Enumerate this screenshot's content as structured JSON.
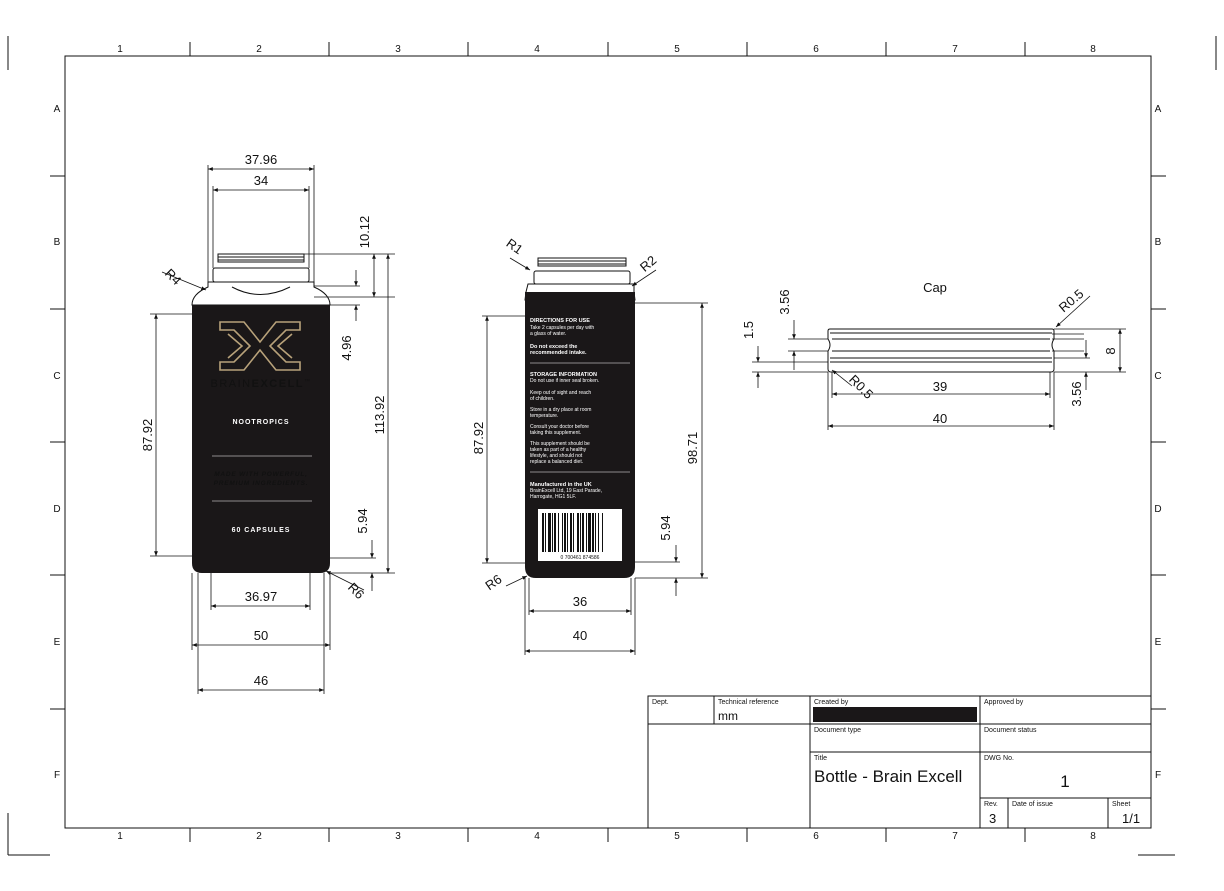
{
  "grid": {
    "columns": [
      "1",
      "2",
      "3",
      "4",
      "5",
      "6",
      "7",
      "8"
    ],
    "rows": [
      "A",
      "B",
      "C",
      "D",
      "E",
      "F"
    ]
  },
  "front_view": {
    "dims": {
      "outer_top": "37.96",
      "inner_top": "34",
      "neck_height": "10.12",
      "shoulder_radius": "R4",
      "shoulder_height": "4.96",
      "label_height": "87.92",
      "total_height": "113.92",
      "base_height": "5.94",
      "base_radius": "R6",
      "base_inner_width": "36.97",
      "body_width": "50",
      "base_width": "46"
    },
    "label": {
      "brand_left": "BRAIN",
      "brand_right": "EXCELL",
      "tm": "™",
      "product": "NOOTROPICS",
      "tagline_1": "MADE WITH POWERFUL,",
      "tagline_2": "PREMIUM INGREDIENTS.",
      "count": "60 CAPSULES"
    }
  },
  "side_view": {
    "dims": {
      "radius_left_top": "R1",
      "radius_right_top": "R2",
      "label_height": "87.92",
      "body_height": "98.71",
      "base_height": "5.94",
      "base_radius": "R6",
      "base_inner_width": "36",
      "base_width": "40"
    },
    "label": {
      "directions_title": "DIRECTIONS FOR USE",
      "directions_1": "Take 2 capsules per day with",
      "directions_2": "a glass of water.",
      "warning_1": "Do not exceed the",
      "warning_2": "recommended intake.",
      "storage_title": "STORAGE INFORMATION",
      "storage_1": "Do not use if inner seal broken.",
      "storage_2": "Keep out of sight and reach",
      "storage_3": "of children.",
      "storage_4": "Store in a dry place at room",
      "storage_5": "temperature.",
      "storage_6": "Consult your doctor before",
      "storage_7": "taking this supplement.",
      "storage_8": "This supplement should be",
      "storage_9": "taken as part of a healthy",
      "storage_10": "lifestyle, and should not",
      "storage_11": "replace a balanced diet.",
      "made_title": "Manufactured in the UK",
      "made_1": "BrainExcell Ltd, 19 East Parade,",
      "made_2": "Harrogate, HG1 5LF.",
      "barcode": "0 700461 874586"
    }
  },
  "cap_view": {
    "title": "Cap",
    "dims": {
      "groove_height": "3.56",
      "lip_height": "1.5",
      "radius_top": "R0.5",
      "radius_bottom": "R0.5",
      "total_height": "8",
      "base_height": "3.56",
      "inner_width": "39",
      "outer_width": "40"
    }
  },
  "title_block": {
    "dept_label": "Dept.",
    "tech_ref_label": "Technical reference",
    "tech_ref_value": "mm",
    "created_by_label": "Created by",
    "approved_by_label": "Approved by",
    "doc_type_label": "Document type",
    "doc_status_label": "Document status",
    "title_label": "Title",
    "title_value": "Bottle - Brain Excell",
    "dwg_label": "DWG No.",
    "dwg_value": "1",
    "rev_label": "Rev.",
    "rev_value": "3",
    "date_label": "Date of issue",
    "sheet_label": "Sheet",
    "sheet_value": "1/1"
  }
}
